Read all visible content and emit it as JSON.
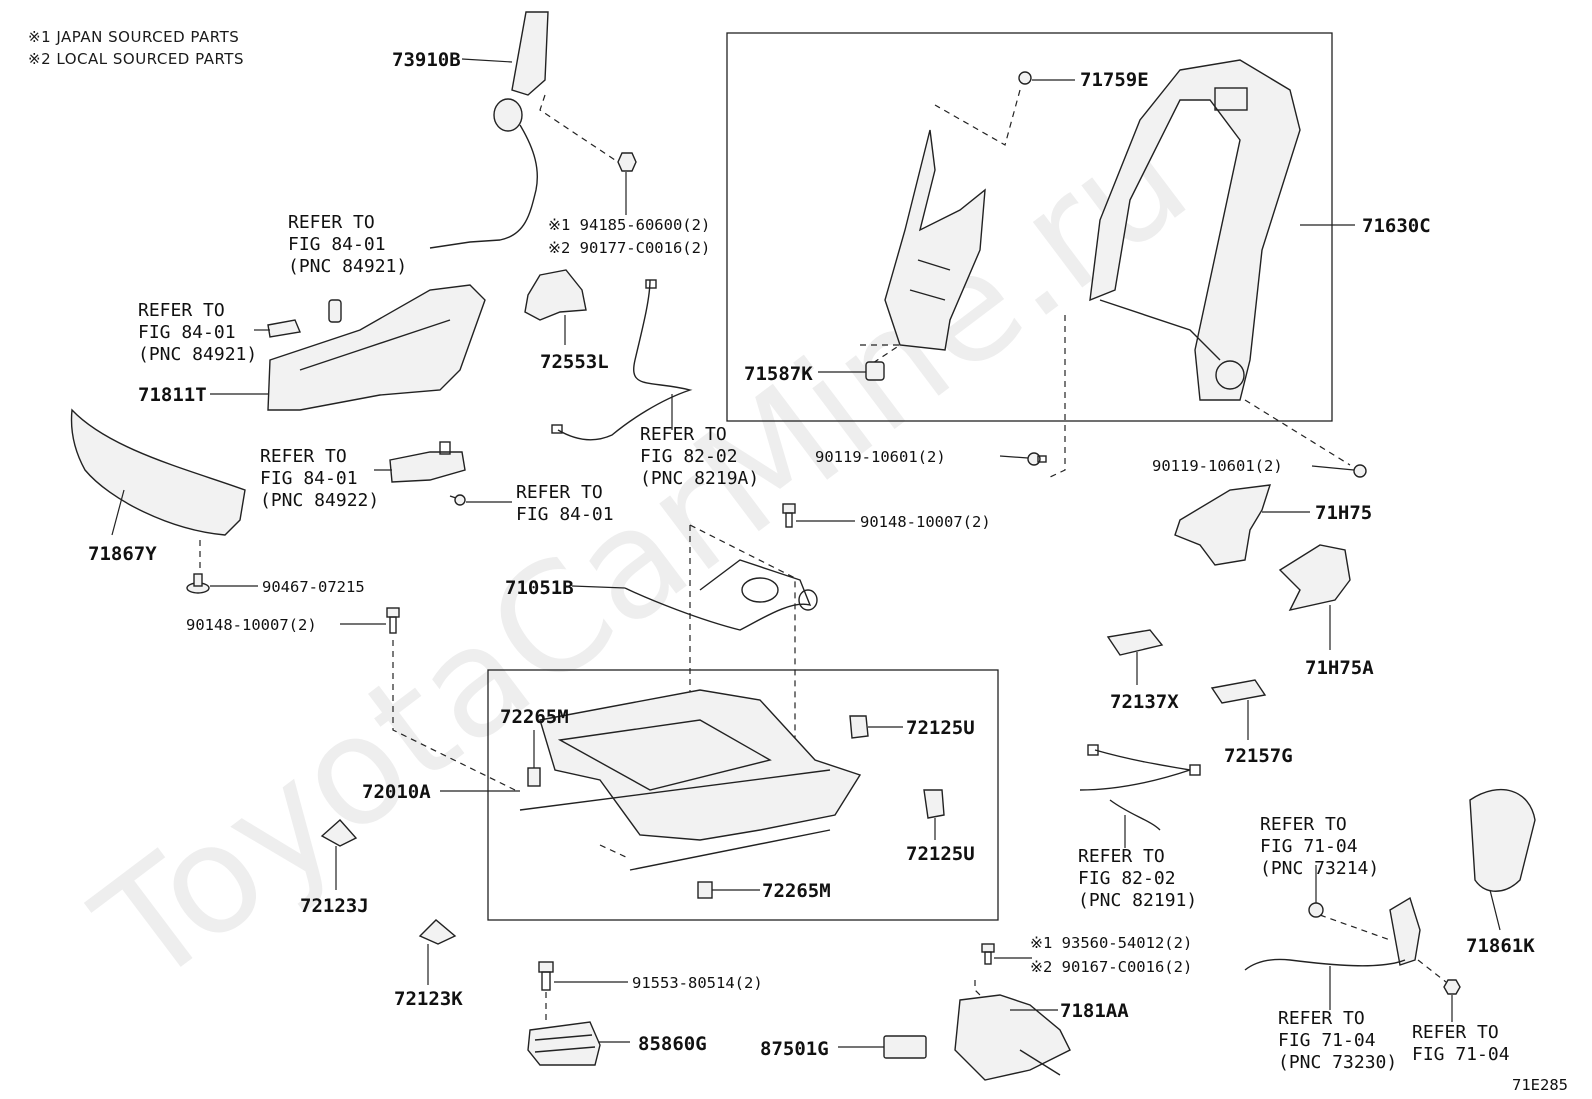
{
  "notes": [
    "※1 JAPAN SOURCED PARTS",
    "※2 LOCAL SOURCED PARTS"
  ],
  "watermark": "ToyotaCarMine.ru",
  "figure_code": "71E285",
  "labels": {
    "p73910B": "73910B",
    "p71759E": "71759E",
    "p71630C": "71630C",
    "p71587K": "71587K",
    "p71811T": "71811T",
    "p71867Y": "71867Y",
    "p72553L": "72553L",
    "p71H75": "71H75",
    "p71H75A": "71H75A",
    "p71051B": "71051B",
    "p72265M_a": "72265M",
    "p72265M_b": "72265M",
    "p72010A": "72010A",
    "p72125U_a": "72125U",
    "p72125U_b": "72125U",
    "p72137X": "72137X",
    "p72157G": "72157G",
    "p72123J": "72123J",
    "p72123K": "72123K",
    "p85860G": "85860G",
    "p87501G": "87501G",
    "p7181AA": "7181AA",
    "p71861K": "71861K"
  },
  "fasteners": {
    "f94185": "※1 94185-60600(2)",
    "f90177": "※2 90177-C0016(2)",
    "f90119_a": "90119-10601(2)",
    "f90119_b": "90119-10601(2)",
    "f90148_a": "90148-10007(2)",
    "f90148_b": "90148-10007(2)",
    "f90467": "90467-07215",
    "f91553": "91553-80514(2)",
    "f93560": "※1 93560-54012(2)",
    "f90167": "※2 90167-C0016(2)"
  },
  "refers": {
    "r1": [
      "REFER TO",
      "FIG 84-01",
      "(PNC 84921)"
    ],
    "r2": [
      "REFER TO",
      "FIG 84-01",
      "(PNC 84921)"
    ],
    "r3": [
      "REFER TO",
      "FIG 84-01",
      "(PNC 84922)"
    ],
    "r4": [
      "REFER TO",
      "FIG 84-01"
    ],
    "r5": [
      "REFER TO",
      "FIG 82-02",
      "(PNC 8219A)"
    ],
    "r6": [
      "REFER TO",
      "FIG 82-02",
      "(PNC 82191)"
    ],
    "r7": [
      "REFER TO",
      "FIG 71-04",
      "(PNC 73214)"
    ],
    "r8": [
      "REFER TO",
      "FIG 71-04",
      "(PNC 73230)"
    ],
    "r9": [
      "REFER TO",
      "FIG 71-04"
    ]
  }
}
